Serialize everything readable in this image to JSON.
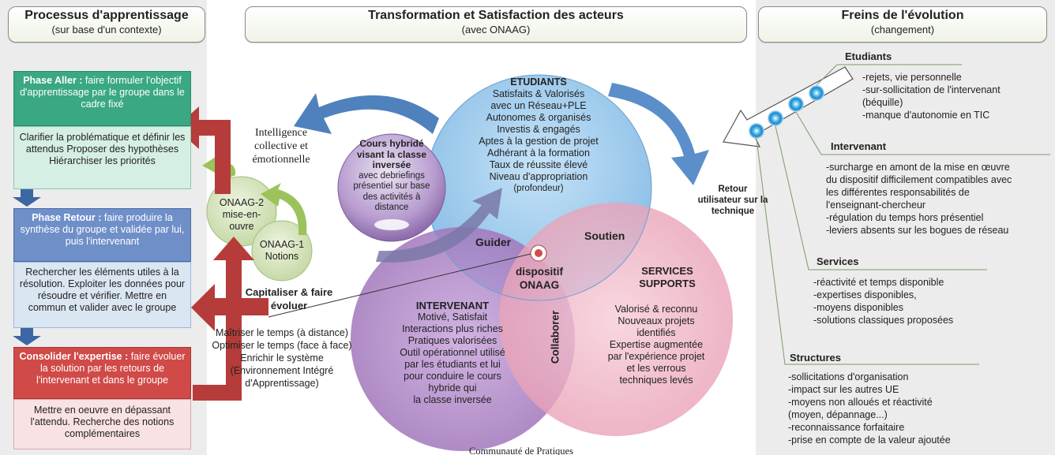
{
  "left": {
    "header_title": "Processus d'apprentissage",
    "header_sub": "(sur base d'un contexte)",
    "phase_aller_title": "Phase Aller :",
    "phase_aller_text": " faire formuler l'objectif d'apprentissage par le groupe dans le cadre fixé",
    "phase_aller_detail": "Clarifier la problématique et définir les attendus Proposer des hypothèses Hiérarchiser les priorités",
    "phase_retour_title": "Phase Retour :",
    "phase_retour_text": " faire produire la synthèse du groupe et validée par lui, puis l'intervenant",
    "phase_retour_detail": "Rechercher les éléments utiles à la résolution. Exploiter les données pour résoudre et vérifier. Mettre en commun et valider avec le groupe",
    "consolider_title": "Consolider l'expertise :",
    "consolider_text": " faire évoluer la solution par les retours de l'intervenant et dans le groupe",
    "consolider_detail": "Mettre en oeuvre en dépassant l'attendu. Recherche des notions complémentaires"
  },
  "middle": {
    "header_title": "Transformation et Satisfaction des acteurs",
    "header_sub": "(avec ONAAG)",
    "intelligence": "Intelligence collective et émotionnelle",
    "onaag2": "ONAAG-2 mise-en-ouvre",
    "onaag1": "ONAAG-1 Notions",
    "capitaliser": "Capitaliser & faire évoluer",
    "maitriser": "Maîtriser le temps (à distance) Optimiser le temps (face à face) Enrichir le système (Environnement Intégré d'Apprentissage)",
    "cours_title": "Cours hybridé visant la classe inversée",
    "cours_text": "avec debriefings présentiel sur base des activités à distance",
    "etudiants_title": "ETUDIANTS",
    "etudiants_lines": [
      "Satisfaits & Valorisés",
      "avec un Réseau+PLE",
      "Autonomes & organisés",
      "Investis & engagés",
      "Aptes à la gestion de projet",
      "Adhérant à la formation",
      "Taux de réussite élevé",
      "Niveau d'appropriation",
      "(profondeur)"
    ],
    "guider": "Guider",
    "soutien": "Soutien",
    "collaborer": "Collaborer",
    "dispositif": "dispositif ONAAG",
    "intervenant_title": "INTERVENANT",
    "intervenant_lines": [
      "Motivé, Satisfait",
      "Interactions plus riches",
      "Pratiques valorisées",
      "Outil opérationnel utilisé",
      "par les étudiants et lui",
      "pour conduire le cours",
      "hybride qui",
      "la classe inversée"
    ],
    "services_title": "SERVICES SUPPORTS",
    "services_lines": [
      "Valorisé & reconnu",
      "Nouveaux projets",
      "identifiés",
      "Expertise augmentée",
      "par l'expérience projet",
      "et les verrous",
      "techniques levés"
    ],
    "retour": "Retour utilisateur sur la technique",
    "communaute": "Communauté de Pratiques"
  },
  "right": {
    "header_title": "Freins de l'évolution",
    "header_sub": "(changement)",
    "etudiants_title": "Etudiants",
    "etudiants_items": [
      "-rejets, vie personnelle",
      "-sur-sollicitation de l'intervenant",
      "(béquille)",
      "-manque d'autonomie en TIC"
    ],
    "intervenant_title": "Intervenant",
    "intervenant_items": [
      "-surcharge en amont de la mise en œuvre",
      "du dispositif difficilement compatibles avec",
      "les différentes responsabilités de",
      "l'enseignant-chercheur",
      "-régulation du temps hors présentiel",
      "-leviers absents sur les bogues de réseau"
    ],
    "services_title": "Services",
    "services_items": [
      "-réactivité et temps disponible",
      "-expertises disponibles,",
      "-moyens disponibles",
      "-solutions classiques proposées"
    ],
    "structures_title": "Structures",
    "structures_items": [
      "-sollicitations d'organisation",
      "-impact sur les autres UE",
      "-moyens non alloués et réactivité",
      "(moyen, dépannage...)",
      "-reconnaissance forfaitaire",
      "-prise en compte de la valeur ajoutée"
    ]
  },
  "colors": {
    "phase_aller": "#3aa882",
    "phase_aller_light": "#d6efe4",
    "phase_retour": "#6f8fc9",
    "phase_retour_light": "#dbe6f3",
    "consolider": "#d04a48",
    "consolider_light": "#f8e2e4",
    "etudiants_circle": "#8fc3ea",
    "intervenant_circle": "#a77fbf",
    "services_circle": "#ecaabd",
    "red_arrow": "#b53c3a",
    "blue_arrow": "#4f81bd"
  }
}
